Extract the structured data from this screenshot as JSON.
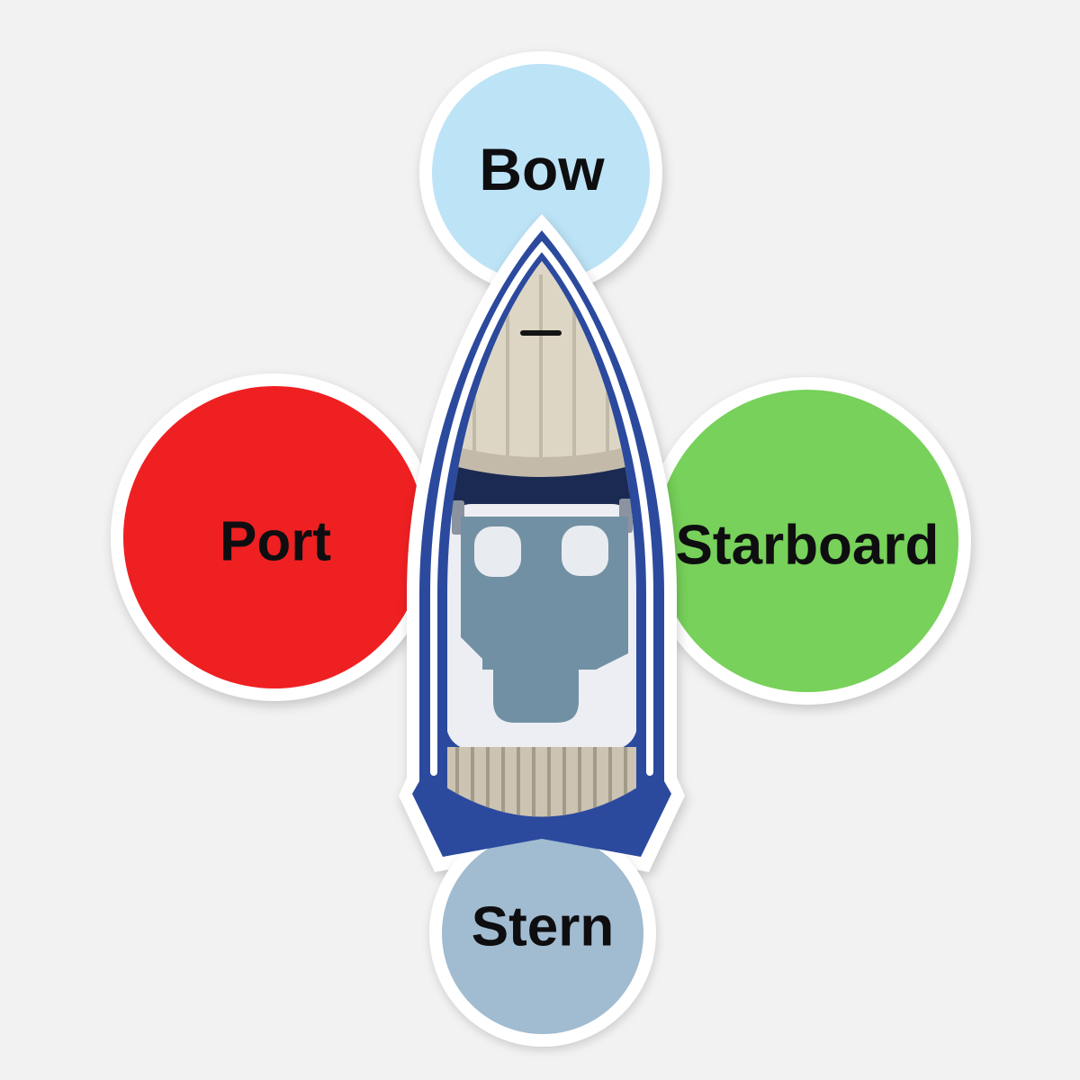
{
  "title": "Boat directions sticker diagram (top view of a boat with Bow, Stern, Port, Starboard labels)",
  "background_color": "#F2F2F2",
  "sticker_outline_color": "#FFFFFF",
  "text_color": "#0E0E10",
  "labels": {
    "bow": {
      "text": "Bow",
      "circle_color": "#BDE3F6"
    },
    "port": {
      "text": "Port",
      "circle_color": "#EF2022"
    },
    "starboard": {
      "text": "Starboard",
      "circle_color": "#77D15A"
    },
    "stern": {
      "text": "Stern",
      "circle_color": "#A1BBD0"
    }
  },
  "boat": {
    "hull_color": "#2B4A9E",
    "pinstripe_color": "#FFFFFF",
    "bow_deck_color": "#DED6C4",
    "deck_plank_line_color": "#C2BAA8",
    "coaming_band_color": "#C3BAAA",
    "windshield_color": "#1B2A52",
    "cockpit_floor_color": "#ECEEF3",
    "console_color": "#7290A3",
    "seat_color": "#E8ECF1",
    "side_post_color": "#8A939F",
    "stern_deck_color": "#CCC3B2",
    "stern_slat_line_color": "#A39B8A",
    "cleat_color": "#141414"
  }
}
